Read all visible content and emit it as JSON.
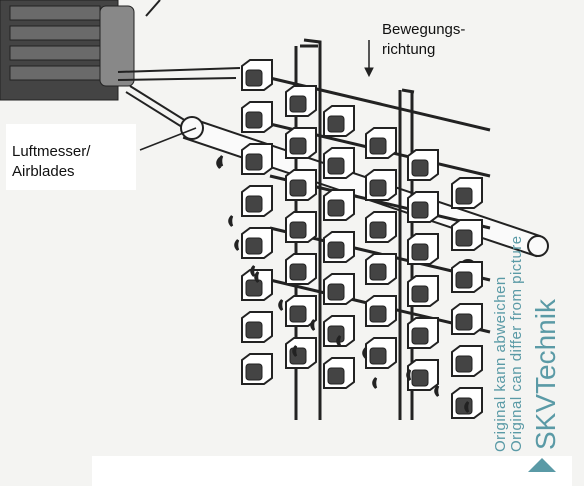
{
  "labels": {
    "airblades": [
      "Luftmesser/",
      "Airblades"
    ],
    "direction": [
      "Bewegungs-",
      "richtung"
    ]
  },
  "watermark": {
    "line1": "Original kann abweichen",
    "line2": "Original can differ from picture",
    "brand": "SKVTechnik",
    "color": "#5a9aa6"
  },
  "icons": [
    "blower-motor-icon",
    "air-pipe-icon",
    "direction-arrow-icon",
    "air-droplet-icon"
  ]
}
